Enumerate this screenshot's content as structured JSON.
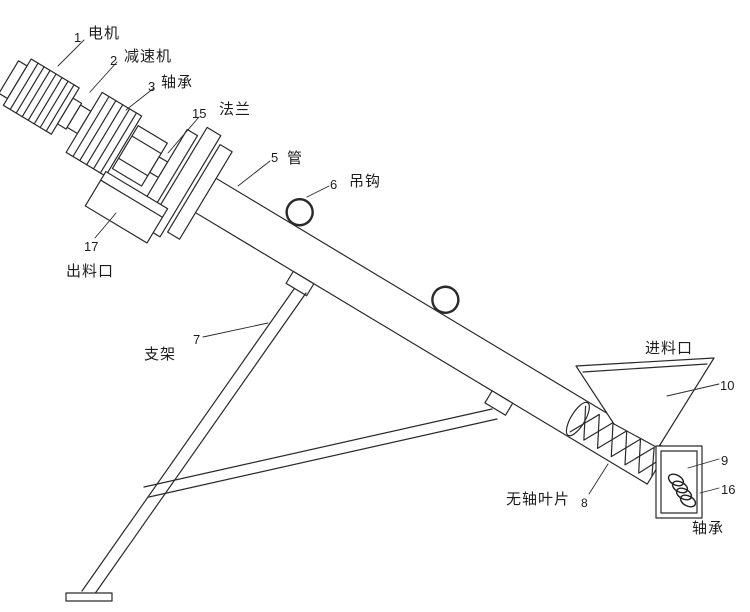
{
  "diagram": {
    "labels": {
      "motor": {
        "num": "1",
        "text": "电机"
      },
      "reducer": {
        "num": "2",
        "text": "减速机"
      },
      "bearing_top": {
        "num": "3",
        "text": "轴承"
      },
      "flange": {
        "num": "15",
        "text": "法兰"
      },
      "pipe": {
        "num": "5",
        "text": "管"
      },
      "hook": {
        "num": "6",
        "text": "吊钩"
      },
      "outlet": {
        "num": "17",
        "text": "出料口"
      },
      "support": {
        "num": "7",
        "text": "支架"
      },
      "inlet": {
        "num": "10",
        "text": "进料口"
      },
      "blade": {
        "num": "8",
        "text": "无轴叶片"
      },
      "bearing_right_a": {
        "num": "9"
      },
      "bearing_right_b": {
        "num": "16"
      },
      "bearing_bottom": {
        "text": "轴承"
      }
    },
    "line_color": "#2a2a2a"
  }
}
